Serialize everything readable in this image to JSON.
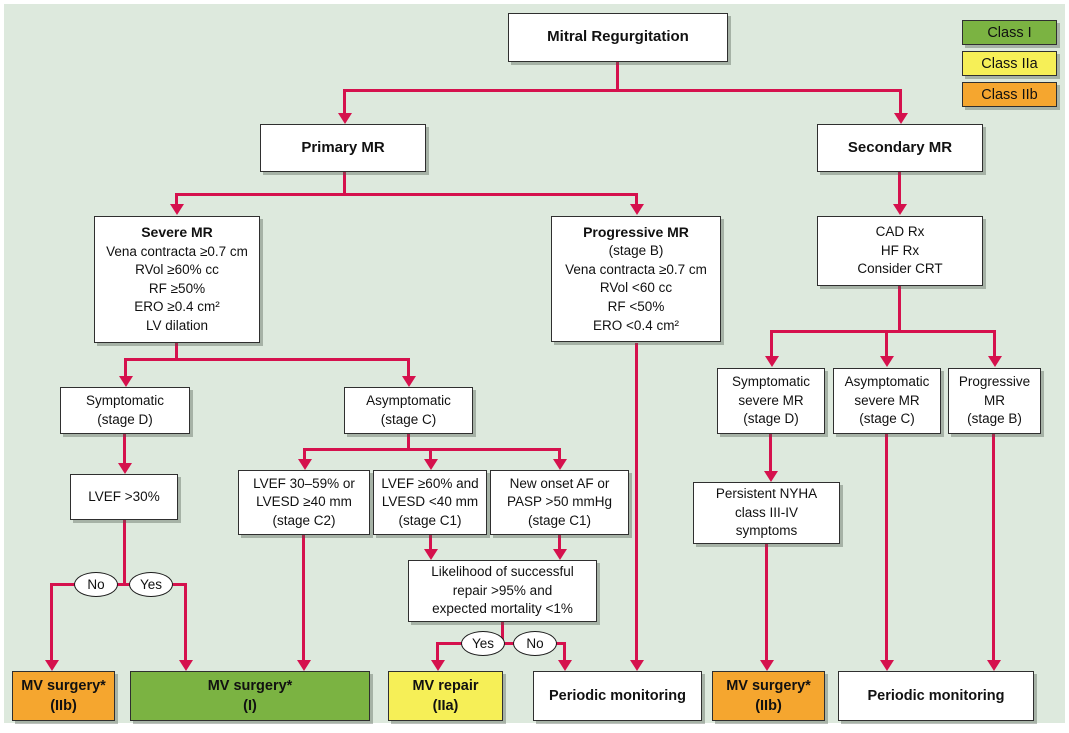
{
  "title": "Mitral Regurgitation treatment flowchart",
  "colors": {
    "background": "#dde9dd",
    "line": "#d5114d",
    "class_i_green": "#7bb342",
    "class_iia_yellow": "#f6ef57",
    "class_iib_orange": "#f5a62f"
  },
  "legend": {
    "items": [
      {
        "label": "Class I",
        "color": "#7bb342"
      },
      {
        "label": "Class IIa",
        "color": "#f6ef57"
      },
      {
        "label": "Class IIb",
        "color": "#f5a62f"
      }
    ]
  },
  "nodes": {
    "mitral": {
      "title": "Mitral Regurgitation"
    },
    "primary": {
      "title": "Primary MR"
    },
    "secondary": {
      "title": "Secondary MR"
    },
    "severe": {
      "title": "Severe MR",
      "body": "Vena contracta ≥0.7 cm\nRVol ≥60% cc\nRF ≥50%\nERO ≥0.4 cm²\nLV dilation"
    },
    "progressive": {
      "title": "Progressive MR",
      "body": "(stage B)\nVena contracta ≥0.7 cm\nRVol <60 cc\nRF <50%\nERO <0.4 cm²"
    },
    "cad": {
      "body": "CAD Rx\nHF Rx\nConsider CRT"
    },
    "symptomatic_d": {
      "body": "Symptomatic\n(stage D)"
    },
    "asymptomatic_c": {
      "body": "Asymptomatic\n(stage C)"
    },
    "lvef30": {
      "body": "LVEF >30%"
    },
    "stage_c2": {
      "body": "LVEF 30–59% or\nLVESD ≥40 mm\n(stage C2)"
    },
    "stage_c1_lvef": {
      "body": "LVEF ≥60% and\nLVESD <40 mm\n(stage C1)"
    },
    "stage_c1_af": {
      "body": "New onset AF or\nPASP >50 mmHg\n(stage C1)"
    },
    "likelihood": {
      "body": "Likelihood of successful\nrepair >95% and\nexpected mortality <1%"
    },
    "symp_severe": {
      "body": "Symptomatic\nsevere MR\n(stage D)"
    },
    "asymp_severe": {
      "body": "Asymptomatic\nsevere MR\n(stage C)"
    },
    "prog_b": {
      "body": "Progressive\nMR\n(stage B)"
    },
    "nyha": {
      "body": "Persistent NYHA\nclass III-IV\nsymptoms"
    },
    "mv_surgery_iib_left": {
      "title": "MV surgery*\n(IIb)",
      "class": "IIb"
    },
    "mv_surgery_i": {
      "title": "MV surgery*\n(I)",
      "class": "I"
    },
    "mv_repair_iia": {
      "title": "MV repair\n(IIa)",
      "class": "IIa"
    },
    "periodic_monitoring_1": {
      "title": "Periodic monitoring"
    },
    "mv_surgery_iib_right": {
      "title": "MV surgery*\n(IIb)",
      "class": "IIb"
    },
    "periodic_monitoring_2": {
      "title": "Periodic monitoring"
    }
  },
  "decisions": {
    "lvef30_no": "No",
    "lvef30_yes": "Yes",
    "repair_yes": "Yes",
    "repair_no": "No"
  }
}
